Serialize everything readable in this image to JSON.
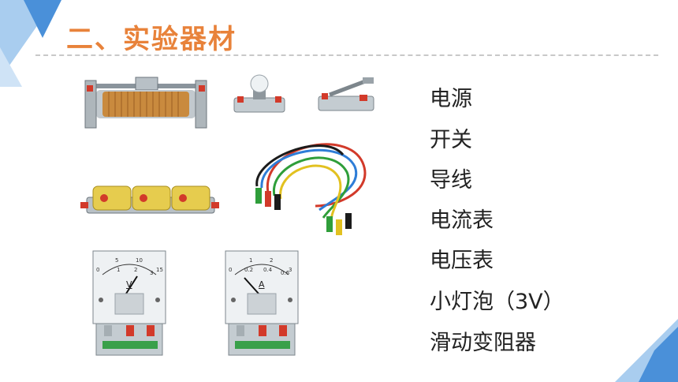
{
  "title": "二、实验器材",
  "materials": [
    "电源",
    "开关",
    "导线",
    "电流表",
    "电压表",
    "小灯泡（3V）",
    "滑动变阻器"
  ],
  "voltmeter": {
    "unit_label": "V",
    "scale_top": [
      "0",
      "5",
      "10",
      "15"
    ],
    "scale_bottom": [
      "1",
      "2",
      "3"
    ]
  },
  "ammeter": {
    "unit_label": "A",
    "scale_top": [
      "0",
      "1",
      "2",
      "3"
    ],
    "scale_bottom": [
      "0.2",
      "0.4",
      "0.6"
    ]
  },
  "colors": {
    "accent": "#e8823a",
    "deco_blue": "#4a90d9",
    "deco_light": "#a9cdef"
  }
}
